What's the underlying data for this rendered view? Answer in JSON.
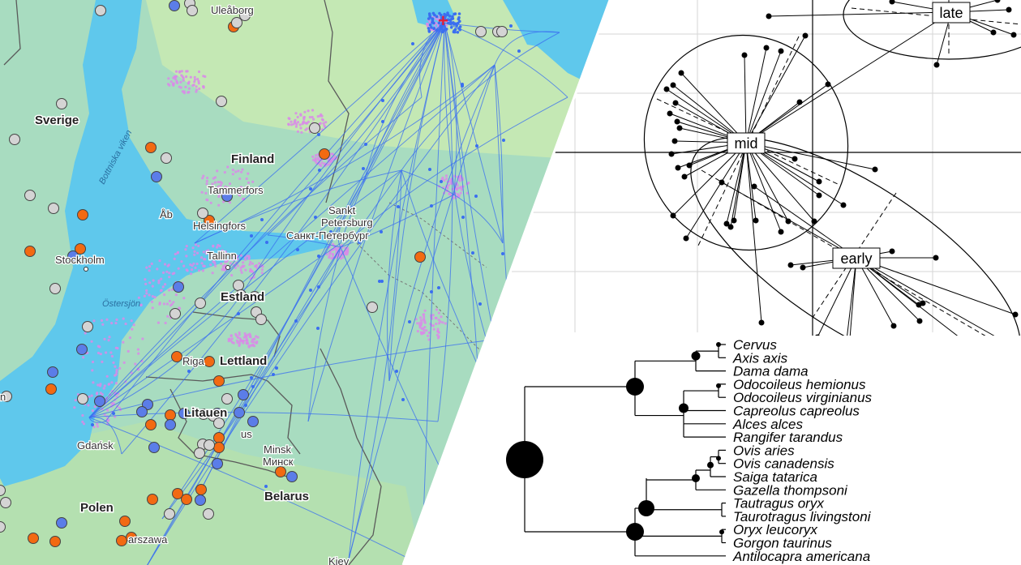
{
  "map": {
    "country_labels": [
      {
        "id": "sverige",
        "text": "Sverige"
      },
      {
        "id": "finland",
        "text": "Finland"
      },
      {
        "id": "estland",
        "text": "Estland"
      },
      {
        "id": "lettland",
        "text": "Lettland"
      },
      {
        "id": "litauen",
        "text": "Litauen"
      },
      {
        "id": "polen",
        "text": "Polen"
      },
      {
        "id": "belarus",
        "text": "Belarus"
      }
    ],
    "city_labels": [
      {
        "id": "uleaborg",
        "text": "Uleåborg"
      },
      {
        "id": "tammerfors",
        "text": "Tammerfors"
      },
      {
        "id": "abo",
        "text": "Åb"
      },
      {
        "id": "helsingfors",
        "text": "Helsingfors"
      },
      {
        "id": "sankt",
        "text": "Sankt"
      },
      {
        "id": "petersburg",
        "text": "Petersburg"
      },
      {
        "id": "petersburg-ru",
        "text": "Санкт-Петербург"
      },
      {
        "id": "stockholm",
        "text": "Stockholm"
      },
      {
        "id": "tallinn",
        "text": "Tallinn"
      },
      {
        "id": "riga",
        "text": "Riga"
      },
      {
        "id": "gdansk",
        "text": "Gdańsk"
      },
      {
        "id": "minsk",
        "text": "Minsk"
      },
      {
        "id": "minsk-ru",
        "text": "Минск"
      },
      {
        "id": "warszawa",
        "text": "arszawa"
      },
      {
        "id": "kiev",
        "text": "Kiev"
      },
      {
        "id": "edge-n",
        "text": "n"
      },
      {
        "id": "vilnius-frag",
        "text": "us"
      }
    ],
    "sea_labels": [
      {
        "id": "bottniska",
        "text": "Bottniska viken"
      },
      {
        "id": "ostersjon",
        "text": "Östersjön"
      }
    ],
    "colors": {
      "land": "#a8dcc0",
      "land_north": "#c4e8b4",
      "sea": "#5fc8ec",
      "trail": "#3a6ff0",
      "density": "#d98be8",
      "marker_orange": "#f26a12",
      "marker_blue": "#5b7de8",
      "marker_gray": "#d4d4d4"
    }
  },
  "ordination": {
    "group_labels": [
      {
        "id": "late",
        "text": "late"
      },
      {
        "id": "mid",
        "text": "mid"
      },
      {
        "id": "early",
        "text": "early"
      }
    ]
  },
  "tree": {
    "taxa": [
      "Cervus",
      "Axis axis",
      "Dama dama",
      "Odocoileus hemionus",
      "Odocoileus virginianus",
      "Capreolus capreolus",
      "Alces alces",
      "Rangifer tarandus",
      "Ovis aries",
      "Ovis canadensis",
      "Saiga tatarica",
      "Gazella thompsoni",
      "Tautragus oryx",
      "Taurotragus livingstoni",
      "Oryx leucoryx",
      "Gorgon taurinus",
      "Antilocapra americana"
    ]
  }
}
